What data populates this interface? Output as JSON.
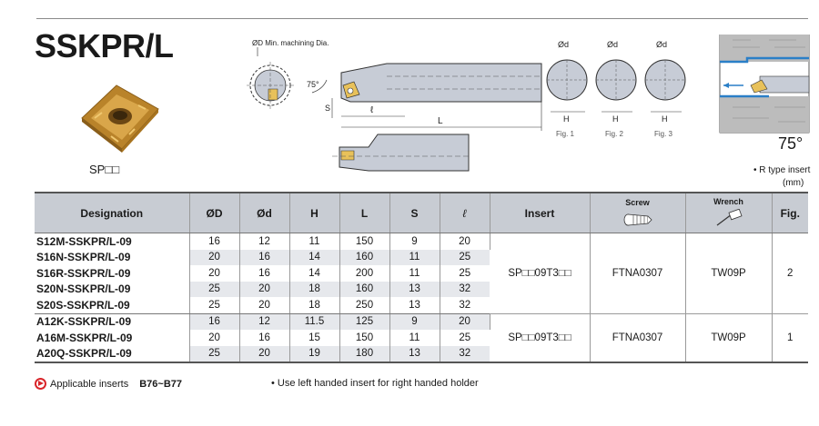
{
  "title": "SSKPR/L",
  "insert_label": "SP□□",
  "drawing": {
    "min_dia_label": "ØD Min. machining Dia.",
    "angle_label": "75°",
    "s_label": "S",
    "l_small_label": "ℓ",
    "L_label": "L",
    "d_labels": [
      "Ød",
      "Ød",
      "Ød"
    ],
    "h_labels": [
      "H",
      "H",
      "H"
    ],
    "fig_labels": [
      "Fig. 1",
      "Fig. 2",
      "Fig. 3"
    ]
  },
  "approach_angle": "75°",
  "r_type_note": "• R type insert",
  "unit": "(mm)",
  "table": {
    "headers": {
      "designation": "Designation",
      "D": "ØD",
      "d": "Ød",
      "H": "H",
      "L": "L",
      "S": "S",
      "l": "ℓ",
      "insert": "Insert",
      "screw": "Screw",
      "wrench": "Wrench",
      "fig": "Fig."
    },
    "rows": [
      {
        "designation": "S12M-SSKPR/L-09",
        "D": "16",
        "d": "12",
        "H": "11",
        "L": "150",
        "S": "9",
        "l": "20"
      },
      {
        "designation": "S16N-SSKPR/L-09",
        "D": "20",
        "d": "16",
        "H": "14",
        "L": "160",
        "S": "11",
        "l": "25"
      },
      {
        "designation": "S16R-SSKPR/L-09",
        "D": "20",
        "d": "16",
        "H": "14",
        "L": "200",
        "S": "11",
        "l": "25"
      },
      {
        "designation": "S20N-SSKPR/L-09",
        "D": "25",
        "d": "20",
        "H": "18",
        "L": "160",
        "S": "13",
        "l": "32"
      },
      {
        "designation": "S20S-SSKPR/L-09",
        "D": "25",
        "d": "20",
        "H": "18",
        "L": "250",
        "S": "13",
        "l": "32"
      },
      {
        "designation": "A12K-SSKPR/L-09",
        "D": "16",
        "d": "12",
        "H": "11.5",
        "L": "125",
        "S": "9",
        "l": "20"
      },
      {
        "designation": "A16M-SSKPR/L-09",
        "D": "20",
        "d": "16",
        "H": "15",
        "L": "150",
        "S": "11",
        "l": "25"
      },
      {
        "designation": "A20Q-SSKPR/L-09",
        "D": "25",
        "d": "20",
        "H": "19",
        "L": "180",
        "S": "13",
        "l": "32"
      }
    ],
    "groups": [
      {
        "insert": "SP□□09T3□□",
        "screw": "FTNA0307",
        "wrench": "TW09P",
        "fig": "2"
      },
      {
        "insert": "SP□□09T3□□",
        "screw": "FTNA0307",
        "wrench": "TW09P",
        "fig": "1"
      }
    ]
  },
  "footer": {
    "applicable_label": "Applicable inserts",
    "applicable_pages": "B76~B77",
    "note": "• Use left handed insert for right handed holder"
  },
  "colors": {
    "header_bg": "#c8ccd3",
    "row_alt_bg": "#e6e8ec",
    "insert_gold": "#c8922e",
    "accent_red": "#d9252a"
  }
}
